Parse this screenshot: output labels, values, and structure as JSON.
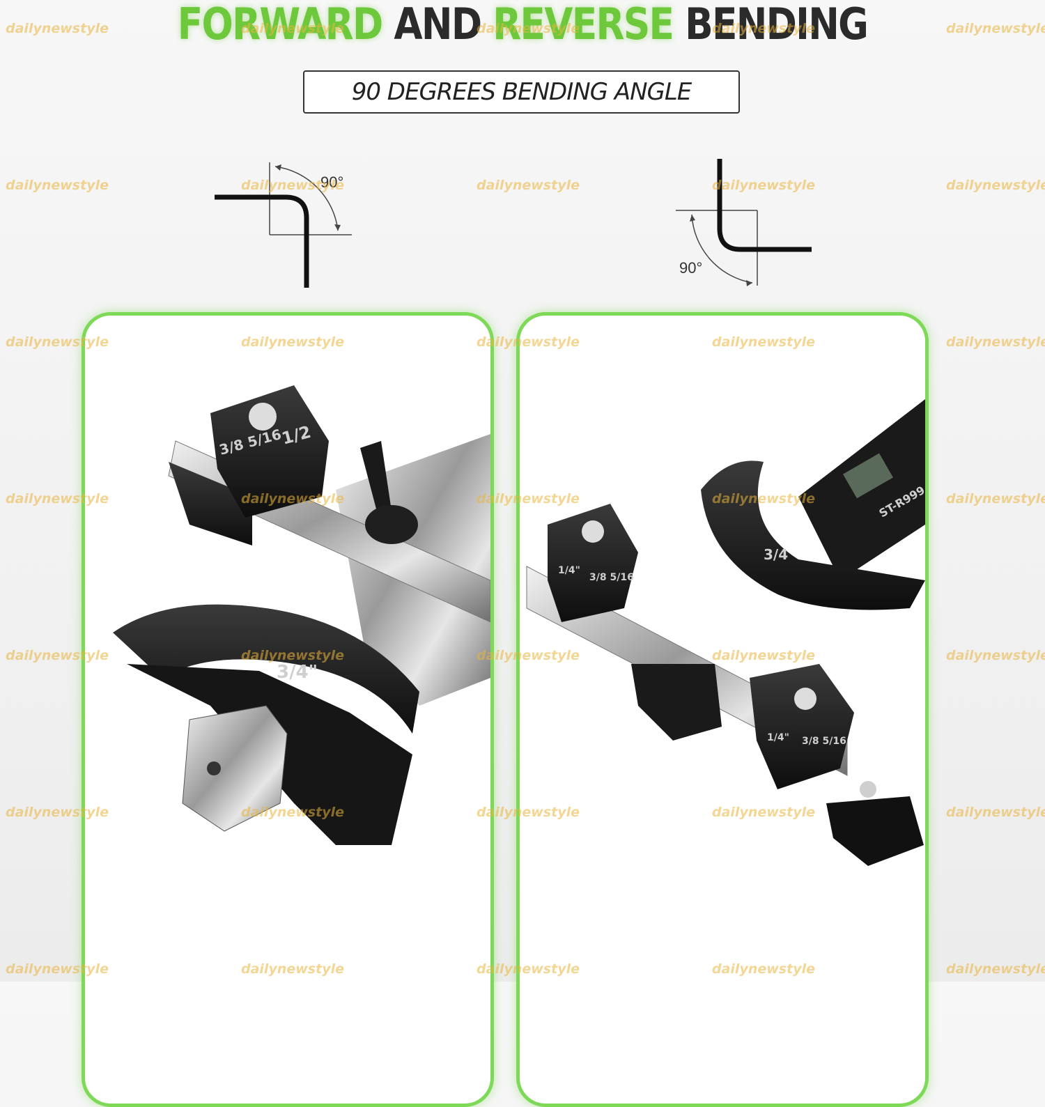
{
  "headline": {
    "word1": "FORWARD",
    "word2": " AND ",
    "word3": "REVERSE",
    "word4": " BENDING"
  },
  "subtitle": "90 DEGREES BENDING ANGLE",
  "diagrams": {
    "left_angle": "90°",
    "right_angle": "90°"
  },
  "left_panel": {
    "shoe_label_a": "3/8 5/16",
    "shoe_label_b": "1/2",
    "die_label": "3/4\""
  },
  "right_panel": {
    "shoe1_label_a": "1/4\"",
    "shoe1_label_b": "3/8 5/16",
    "shoe2_label_a": "1/4\"",
    "shoe2_label_b": "3/8 5/16",
    "die_label": "3/4",
    "handle_text": "ST-R999"
  },
  "watermark": "dailynewstyle"
}
